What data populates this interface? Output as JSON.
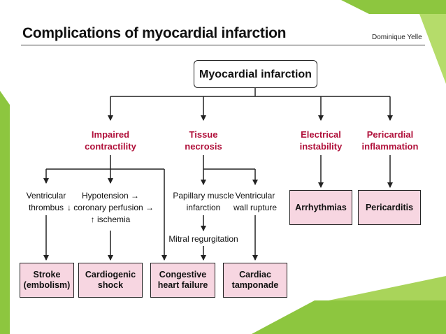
{
  "title": "Complications of myocardial infarction",
  "author": "Dominique Yelle",
  "root": "Myocardial infarction",
  "categories": [
    {
      "l1": "Impaired",
      "l2": "contractility"
    },
    {
      "l1": "Tissue",
      "l2": "necrosis"
    },
    {
      "l1": "Electrical",
      "l2": "instability"
    },
    {
      "l1": "Pericardial",
      "l2": "inflammation"
    }
  ],
  "mechanisms": {
    "ventricular_thrombus": {
      "l1": "Ventricular",
      "l2": "thrombus"
    },
    "hypotension": {
      "l1": "Hypotension →",
      "l2": "↓ coronary perfusion →",
      "l3": "↑ ischemia"
    },
    "papillary": {
      "l1": "Papillary muscle",
      "l2": "infarction"
    },
    "wall_rupture": {
      "l1": "Ventricular",
      "l2": "wall rupture"
    },
    "mitral": "Mitral regurgitation"
  },
  "outcomes": {
    "stroke": {
      "l1": "Stroke",
      "l2": "(embolism)"
    },
    "shock": {
      "l1": "Cardiogenic",
      "l2": "shock"
    },
    "chf": {
      "l1": "Congestive",
      "l2": "heart failure"
    },
    "tamponade": {
      "l1": "Cardiac",
      "l2": "tamponade"
    },
    "arrhythmias": "Arrhythmias",
    "pericarditis": "Pericarditis"
  },
  "colors": {
    "category_text": "#b0103a",
    "box_fill": "#f7d6e1",
    "accent_green": "#8dc63f"
  }
}
